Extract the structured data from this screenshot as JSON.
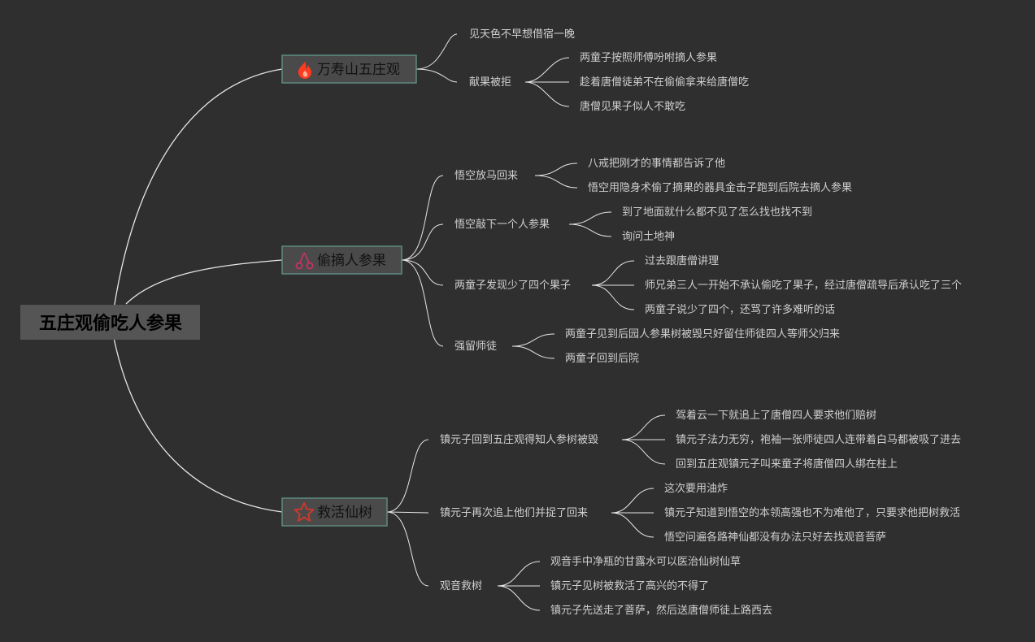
{
  "root": {
    "label": "五庄观偷吃人参果"
  },
  "branches": [
    {
      "label": "万寿山五庄观",
      "icon": "fire-icon",
      "children": [
        {
          "label": "见天色不早想借宿一晚",
          "leaves": []
        },
        {
          "label": "献果被拒",
          "leaves": [
            "两童子按照师傅吩咐摘人参果",
            "趁着唐僧徒弟不在偷偷拿来给唐僧吃",
            "唐僧见果子似人不敢吃"
          ]
        }
      ]
    },
    {
      "label": "偷摘人参果",
      "icon": "cherries-icon",
      "children": [
        {
          "label": "悟空放马回来",
          "leaves": [
            "八戒把刚才的事情都告诉了他",
            "悟空用隐身术偷了摘果的器具金击子跑到后院去摘人参果"
          ]
        },
        {
          "label": "悟空敲下一个人参果",
          "leaves": [
            "到了地面就什么都不见了怎么找也找不到",
            "询问土地神"
          ]
        },
        {
          "label": "两童子发现少了四个果子",
          "leaves": [
            "过去跟唐僧讲理",
            "师兄弟三人一开始不承认偷吃了果子，经过唐僧疏导后承认吃了三个",
            "两童子说少了四个，还骂了许多难听的话"
          ]
        },
        {
          "label": "强留师徒",
          "leaves": [
            "两童子见到后园人参果树被毁只好留住师徒四人等师父归来",
            "两童子回到后院"
          ]
        }
      ]
    },
    {
      "label": "救活仙树",
      "icon": "star-icon",
      "children": [
        {
          "label": "镇元子回到五庄观得知人参树被毁",
          "leaves": [
            "驾着云一下就追上了唐僧四人要求他们赔树",
            "镇元子法力无穷，袍袖一张师徒四人连带着白马都被吸了进去",
            "回到五庄观镇元子叫来童子将唐僧四人绑在柱上"
          ]
        },
        {
          "label": "镇元子再次追上他们并捉了回来",
          "leaves": [
            "这次要用油炸",
            "镇元子知道到悟空的本领高强也不为难他了，只要求他把树救活",
            "悟空问遍各路神仙都没有办法只好去找观音菩萨"
          ]
        },
        {
          "label": "观音救树",
          "leaves": [
            "观音手中净瓶的甘露水可以医治仙树仙草",
            "镇元子见树被救活了高兴的不得了",
            "镇元子先送走了菩萨，然后送唐僧师徒上路西去"
          ]
        }
      ]
    }
  ],
  "colors": {
    "background": "#2f2f2f",
    "root_fill": "#555555",
    "main_fill": "#4a4a4a",
    "main_border": "#5e8a80",
    "edge": "#e6e6e6",
    "fire": "#ff3b1f",
    "cherries": "#d0306a",
    "star": "#d8362a"
  }
}
